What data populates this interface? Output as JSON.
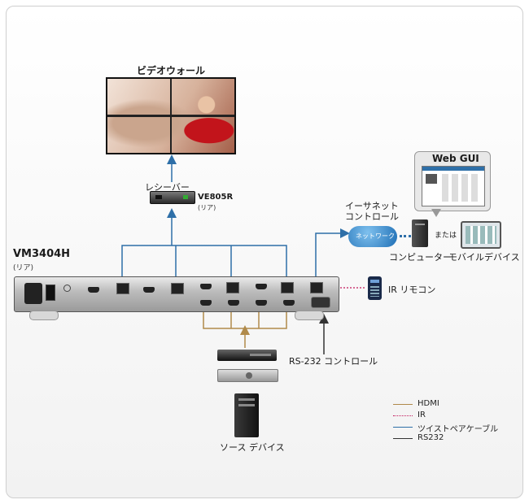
{
  "title_wall": "ビデオウォール",
  "receiver": {
    "label": "レシーバー",
    "model": "VE805R",
    "sub": "(リア)"
  },
  "main_device": {
    "model": "VM3404H",
    "sub": "(リア)"
  },
  "web_gui": "Web GUI",
  "ethernet": {
    "line1": "イーサネット",
    "line2": "コントロール"
  },
  "network_cloud": "ネットワーク",
  "or_text": "または",
  "computer": "コンピューター",
  "mobile": "モバイルデバイス",
  "ir_remote": "IR リモコン",
  "rs232_control": "RS-232 コントロール",
  "source": "ソース デバイス",
  "legend": [
    {
      "label": "HDMI",
      "color": "#b08a4a",
      "style": "solid"
    },
    {
      "label": "IR",
      "color": "#c2185b",
      "style": "dotted"
    },
    {
      "label": "ツイストペアケーブル",
      "color": "#2e6fa8",
      "style": "solid"
    },
    {
      "label": "RS232",
      "color": "#333333",
      "style": "solid"
    }
  ]
}
